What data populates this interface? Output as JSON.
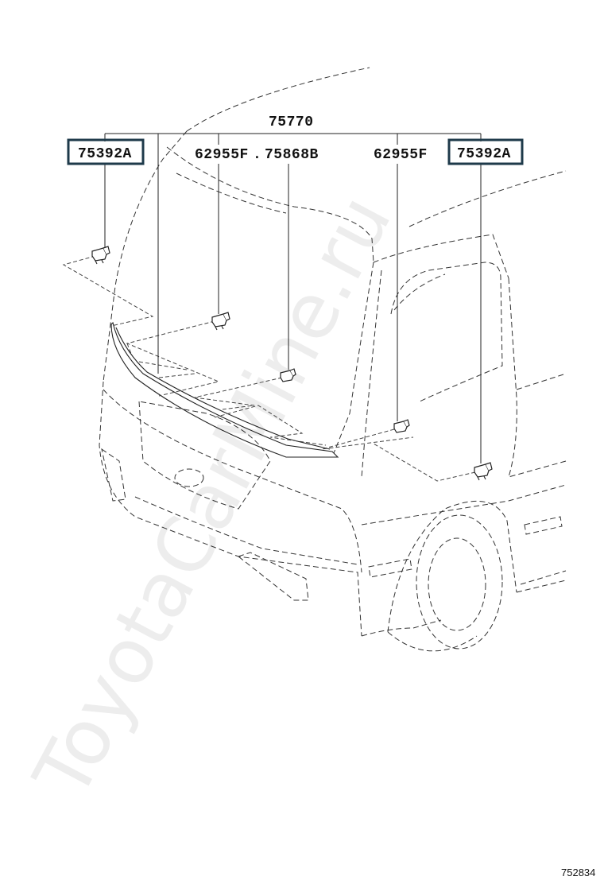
{
  "labels": {
    "assembly": "75770",
    "clip_left": "75392A",
    "clip_right": "75392A",
    "part_left_center": "62955F",
    "part_center_sep": ".",
    "part_center": "75868B",
    "part_right_center": "62955F"
  },
  "highlighted_labels": [
    "75392A",
    "75392A"
  ],
  "highlight_color": "#1e3a4a",
  "watermark": "ToyotaCarMine.ru",
  "diagram_code": "752834",
  "icons": [
    "clip-icon",
    "moulding-strip"
  ]
}
